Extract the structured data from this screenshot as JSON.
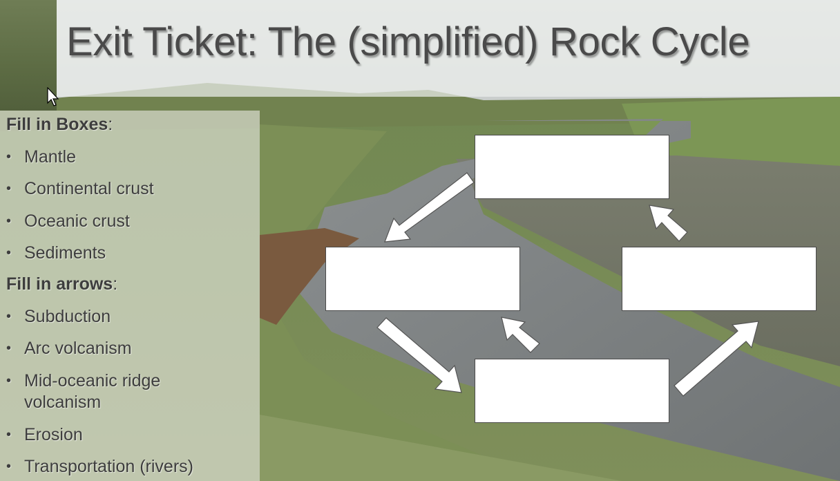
{
  "slide": {
    "title": "Exit Ticket: The (simplified) Rock Cycle",
    "boxes_heading": "Fill in Boxes",
    "boxes_heading_suffix": ":",
    "box_items": [
      "Mantle",
      "Continental crust",
      "Oceanic crust",
      "Sediments"
    ],
    "arrows_heading": "Fill in arrows",
    "arrows_heading_suffix": ":",
    "arrow_items": [
      "Subduction",
      "Arc volcanism",
      "Mid-oceanic ridge volcanism",
      "Erosion",
      "Transportation (rivers)"
    ],
    "bullet_glyph": "•"
  },
  "colors": {
    "title_text": "#4a4a4a",
    "body_text": "#3d3d3d",
    "box_fill": "#ffffff",
    "box_border": "#4a4a4a"
  }
}
